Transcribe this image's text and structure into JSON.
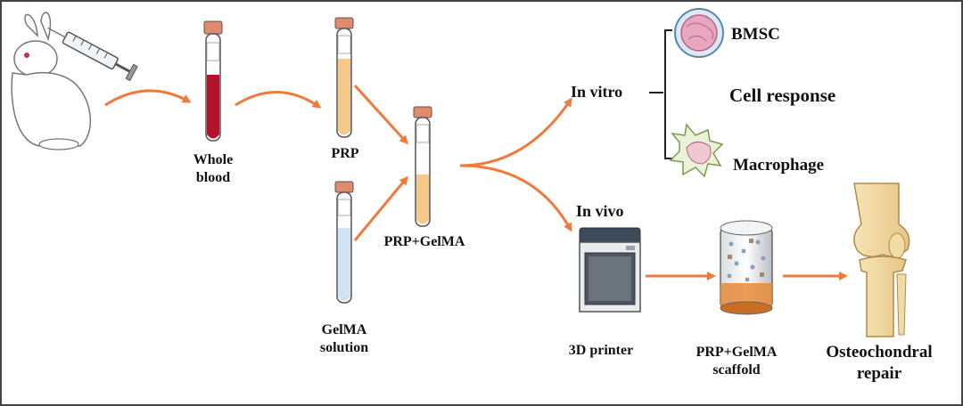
{
  "labels": {
    "whole_blood_1": "Whole",
    "whole_blood_2": "blood",
    "prp": "PRP",
    "gelma_1": "GelMA",
    "gelma_2": "solution",
    "prp_gelma": "PRP+GelMA",
    "in_vitro": "In vitro",
    "in_vivo": "In vivo",
    "bmsc": "BMSC",
    "cell_response": "Cell response",
    "macrophage": "Macrophage",
    "printer": "3D printer",
    "scaffold_1": "PRP+GelMA",
    "scaffold_2": "scaffold",
    "repair_1": "Osteochondral",
    "repair_2": "repair"
  },
  "colors": {
    "arrow": "#ef7a3c",
    "blood": "#b3122b",
    "prp": "#f4c98a",
    "gelma": "#cfe3f2",
    "cap": "#e08a6e",
    "border": "#444444"
  }
}
